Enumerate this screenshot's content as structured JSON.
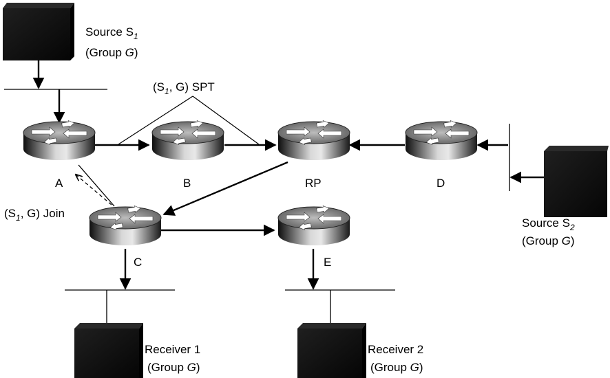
{
  "sources": {
    "s1": {
      "prefix": "Source S",
      "sub": "1",
      "group_pre": "(Group ",
      "group_var": "G",
      "group_post": ")"
    },
    "s2": {
      "prefix": "Source S",
      "sub": "2",
      "group_pre": "(Group ",
      "group_var": "G",
      "group_post": ")"
    }
  },
  "receivers": {
    "r1": {
      "name": "Receiver 1",
      "group_pre": "(Group ",
      "group_var": "G",
      "group_post": ")"
    },
    "r2": {
      "name": "Receiver 2",
      "group_pre": "(Group ",
      "group_var": "G",
      "group_post": ")"
    }
  },
  "routers": {
    "a": "A",
    "b": "B",
    "rp": "RP",
    "c": "C",
    "d": "D",
    "e": "E"
  },
  "spt_label": {
    "pre": "(S",
    "sub": "1",
    "post": ", G) SPT"
  },
  "join_label": {
    "pre": "(S",
    "sub": "1",
    "post": ", G) Join"
  },
  "colors": {
    "ink": "#000000",
    "router_dark": "#1a1a1a",
    "router_light": "#cfcfcf",
    "host": "#0c0c0c"
  }
}
